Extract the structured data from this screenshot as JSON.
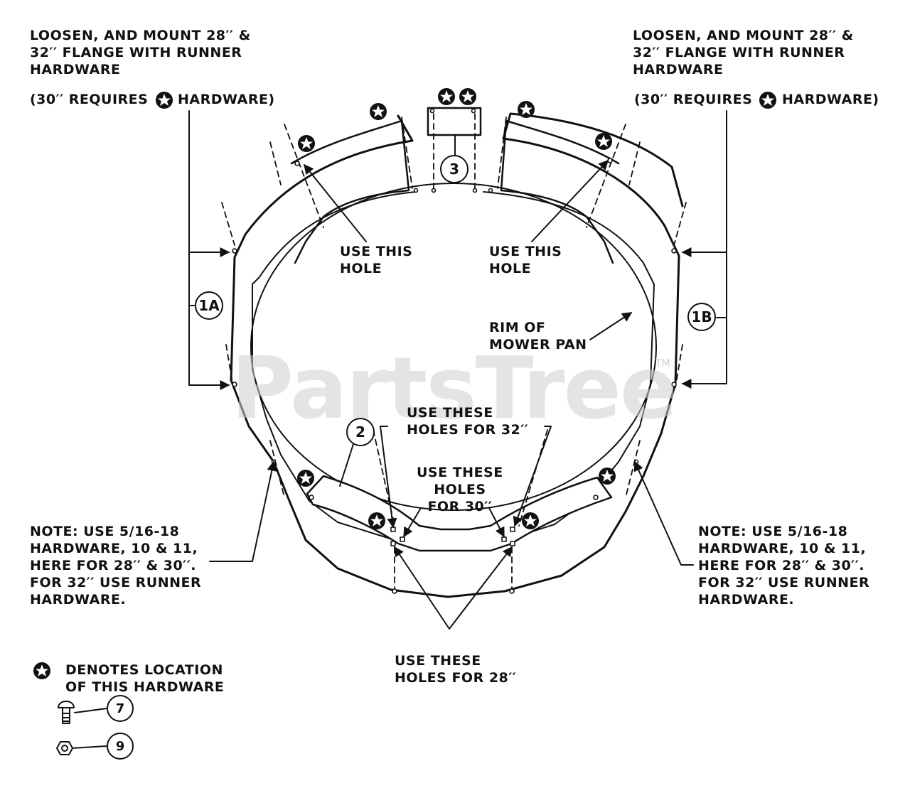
{
  "labels": {
    "top_left": "LOOSEN, AND MOUNT 28′′ &\n32′′ FLANGE WITH RUNNER\nHARDWARE",
    "top_left_note_a": "(30′′ REQUIRES",
    "top_left_note_b": "HARDWARE)",
    "top_right": "LOOSEN, AND MOUNT 28′′ &\n32′′ FLANGE WITH RUNNER\nHARDWARE",
    "top_right_note_a": "(30′′ REQUIRES",
    "top_right_note_b": "HARDWARE)",
    "use_this_hole_left": "USE THIS\nHOLE",
    "use_this_hole_right": "USE THIS\nHOLE",
    "rim_of_mower_pan": "RIM OF\nMOWER PAN",
    "holes_32": "USE THESE\nHOLES FOR 32′′",
    "holes_30": "USE THESE\nHOLES\nFOR 30′′",
    "holes_28": "USE THESE\nHOLES FOR 28′′",
    "note_left": "NOTE: USE 5/16-18\nHARDWARE, 10 & 11,\nHERE FOR 28′′ & 30′′.\nFOR 32′′ USE RUNNER\nHARDWARE.",
    "note_right": "NOTE: USE 5/16-18\nHARDWARE, 10 & 11,\nHERE FOR 28′′ & 30′′.\nFOR 32′′ USE RUNNER\nHARDWARE.",
    "legend": "DENOTES LOCATION\nOF THIS HARDWARE"
  },
  "callouts": {
    "c1a": "1A",
    "c1b": "1B",
    "c2": "2",
    "c3": "3",
    "c7": "7",
    "c9": "9"
  },
  "watermark": {
    "text": "PartsTree",
    "tm": "TM"
  },
  "colors": {
    "ink": "#111111",
    "watermark": "#cfcfcf",
    "background": "#ffffff"
  },
  "icons": {
    "hardware_marker": "star-in-circle-icon",
    "bolt": "carriage-bolt-icon",
    "nut": "hex-nut-icon"
  }
}
